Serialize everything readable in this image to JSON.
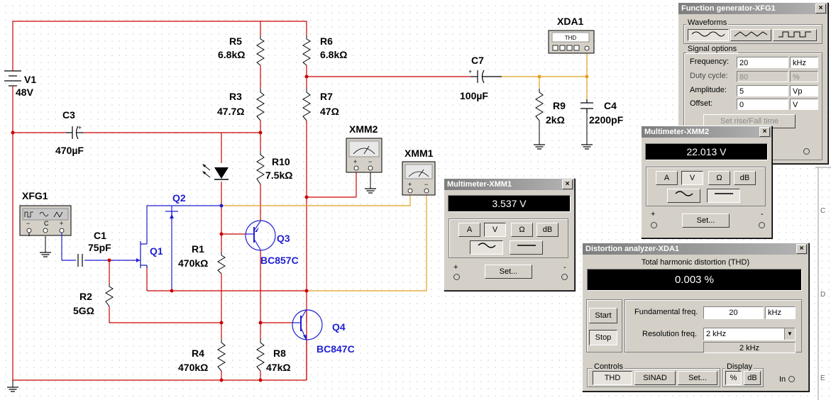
{
  "circuit": {
    "components": {
      "V1": {
        "name": "V1",
        "value": "48V"
      },
      "R5": {
        "name": "R5",
        "value": "6.8kΩ"
      },
      "R6": {
        "name": "R6",
        "value": "6.8kΩ"
      },
      "R3": {
        "name": "R3",
        "value": "47.7Ω"
      },
      "R7": {
        "name": "R7",
        "value": "47Ω"
      },
      "R10": {
        "name": "R10",
        "value": "7.5kΩ"
      },
      "R1": {
        "name": "R1",
        "value": "470kΩ"
      },
      "R2": {
        "name": "R2",
        "value": "5GΩ"
      },
      "R4": {
        "name": "R4",
        "value": "470kΩ"
      },
      "R8": {
        "name": "R8",
        "value": "47kΩ"
      },
      "R9": {
        "name": "R9",
        "value": "2kΩ"
      },
      "C1": {
        "name": "C1",
        "value": "75pF"
      },
      "C3": {
        "name": "C3",
        "value": "470µF"
      },
      "C7": {
        "name": "C7",
        "value": "100µF"
      },
      "C4": {
        "name": "C4",
        "value": "2200pF"
      },
      "Q1": {
        "name": "Q1"
      },
      "Q2": {
        "name": "Q2"
      },
      "Q3": {
        "name": "Q3",
        "model": "BC857C"
      },
      "Q4": {
        "name": "Q4",
        "model": "BC847C"
      },
      "XFG1": {
        "name": "XFG1"
      },
      "XMM1": {
        "name": "XMM1"
      },
      "XMM2": {
        "name": "XMM2"
      },
      "XDA1": {
        "name": "XDA1",
        "inner": "THD"
      }
    },
    "ruler_labels": [
      "C",
      "D",
      "E"
    ],
    "colors": {
      "wire_red": "#cc0000",
      "wire_blue": "#1f1fd1",
      "wire_orange": "#e0a020",
      "label_blue": "#1f1fd1"
    }
  },
  "func_gen": {
    "title": "Function generator-XFG1",
    "close": "×",
    "waveforms_label": "Waveforms",
    "waveforms": [
      "sine",
      "triangle",
      "square"
    ],
    "signal_options_label": "Signal options",
    "rows": [
      {
        "label": "Frequency:",
        "value": "20",
        "unit": "kHz",
        "enabled": true
      },
      {
        "label": "Duty cycle:",
        "value": "80",
        "unit": "%",
        "enabled": false
      },
      {
        "label": "Amplitude:",
        "value": "5",
        "unit": "Vp",
        "enabled": true
      },
      {
        "label": "Offset:",
        "value": "0",
        "unit": "V",
        "enabled": true
      }
    ],
    "set_rise_fall": "Set rise/Fall time"
  },
  "mm2": {
    "title": "Multimeter-XMM2",
    "close": "×",
    "reading": "22.013 V",
    "modes": [
      "A",
      "V",
      "Ω",
      "dB"
    ],
    "selected_mode": "V",
    "coupling": [
      "ac",
      "dc"
    ],
    "selected_coupling": "dc",
    "set_label": "Set...",
    "plus": "+",
    "minus": "-"
  },
  "mm1": {
    "title": "Multimeter-XMM1",
    "close": "×",
    "reading": "3.537 V",
    "modes": [
      "A",
      "V",
      "Ω",
      "dB"
    ],
    "selected_mode": "V",
    "coupling": [
      "ac",
      "dc"
    ],
    "selected_coupling": "ac",
    "set_label": "Set...",
    "plus": "+",
    "minus": "-"
  },
  "xda": {
    "title": "Distortion analyzer-XDA1",
    "close": "×",
    "header": "Total harmonic distortion (THD)",
    "reading": "0.003 %",
    "start_label": "Start",
    "stop_label": "Stop",
    "fund_label": "Fundamental freq.",
    "fund_value": "20",
    "fund_unit": "kHz",
    "res_label": "Resolution freq.",
    "res_value": "2 kHz",
    "res_display": "2 kHz",
    "controls_label": "Controls",
    "thd_label": "THD",
    "sinad_label": "SINAD",
    "set_label": "Set...",
    "display_label": "Display",
    "pct_label": "%",
    "db_label": "dB",
    "in_label": "In"
  }
}
